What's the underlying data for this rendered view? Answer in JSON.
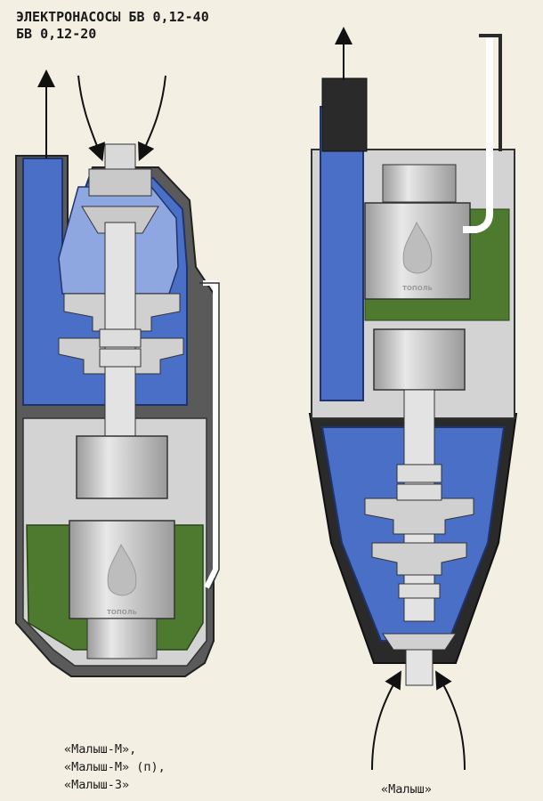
{
  "title": {
    "line1": "ЭЛЕКТРОНАСОСЫ БВ 0,12-40",
    "line2": "БВ 0,12-20"
  },
  "captions": {
    "left": [
      "«Малыш-М»,",
      "«Малыш-М» (п),",
      "«Малыш-3»"
    ],
    "right": "«Малыш»"
  },
  "logo_text": "ТОПОЛЬ",
  "colors": {
    "background": "#f3efe3",
    "water": "#4a6fc7",
    "metal": "#c9c9c9",
    "shell": "#555555",
    "winding": "#4d7a2e",
    "rubber": "#2a2a2a"
  }
}
